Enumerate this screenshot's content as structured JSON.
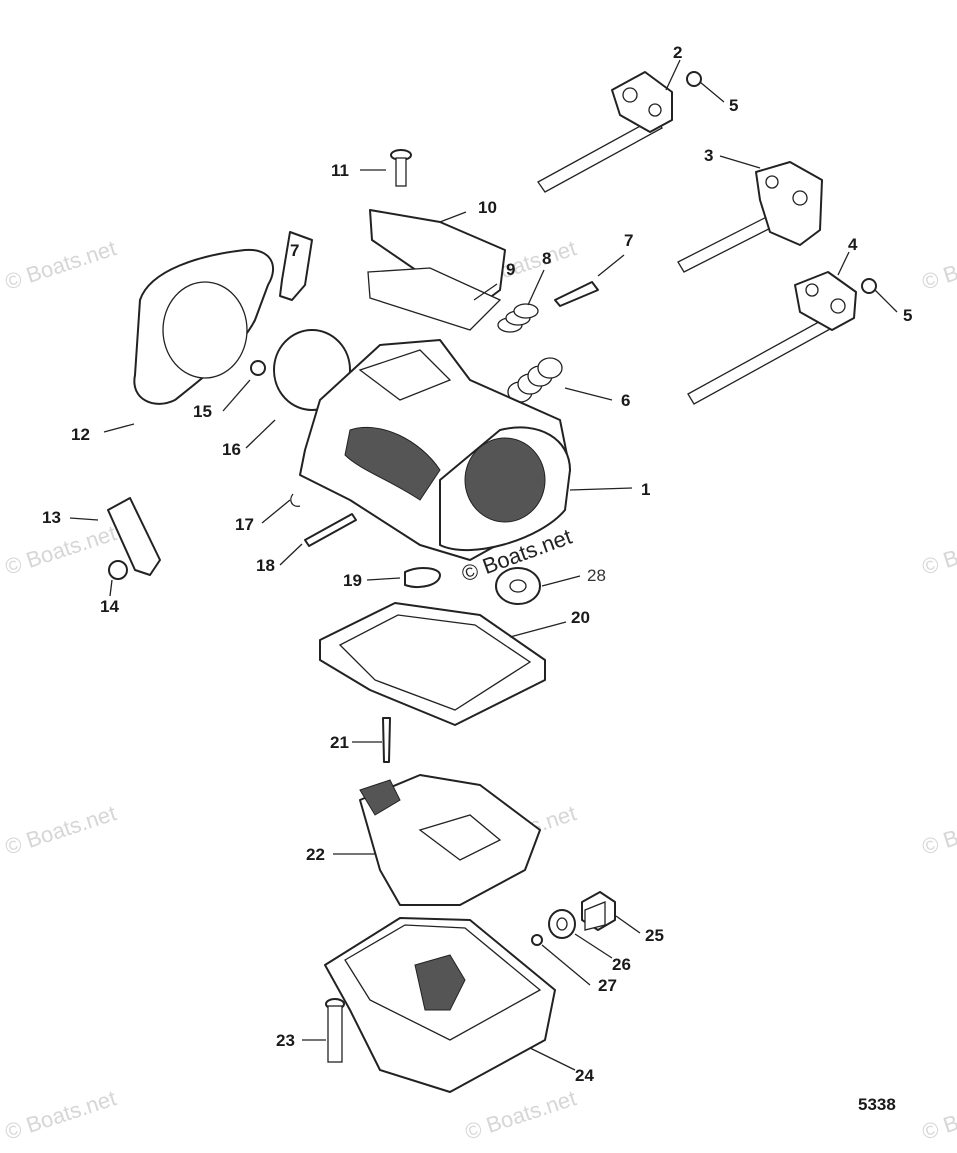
{
  "figure_number": "5338",
  "watermark_text": "© Boats.net",
  "callouts": [
    "1",
    "2",
    "3",
    "4",
    "5",
    "5",
    "6",
    "7",
    "7",
    "8",
    "9",
    "10",
    "11",
    "12",
    "13",
    "14",
    "15",
    "16",
    "17",
    "18",
    "19",
    "20",
    "21",
    "22",
    "23",
    "24",
    "25",
    "26",
    "27",
    "28"
  ]
}
